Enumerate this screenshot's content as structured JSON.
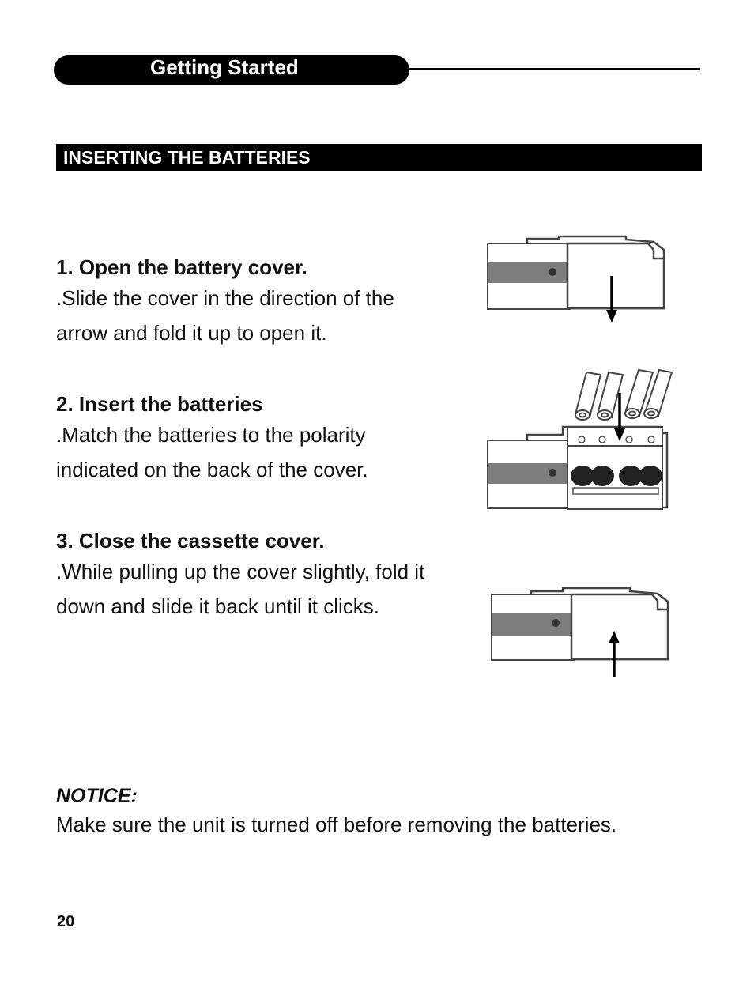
{
  "header": {
    "title": "Getting Started"
  },
  "section": {
    "title": "INSERTING THE BATTERIES"
  },
  "steps": [
    {
      "heading": "1. Open the battery cover.",
      "text": ".Slide the cover in the direction of the arrow and fold it up to open it."
    },
    {
      "heading": "2. Insert the batteries",
      "text": ".Match the batteries to the polarity indicated on the back of the cover."
    },
    {
      "heading": "3. Close the cassette cover.",
      "text": ".While pulling up the cover slightly, fold it down and slide it back until it clicks."
    }
  ],
  "notice": {
    "heading": "NOTICE:",
    "text": "Make sure the unit is turned off before removing the batteries."
  },
  "page_number": "20"
}
